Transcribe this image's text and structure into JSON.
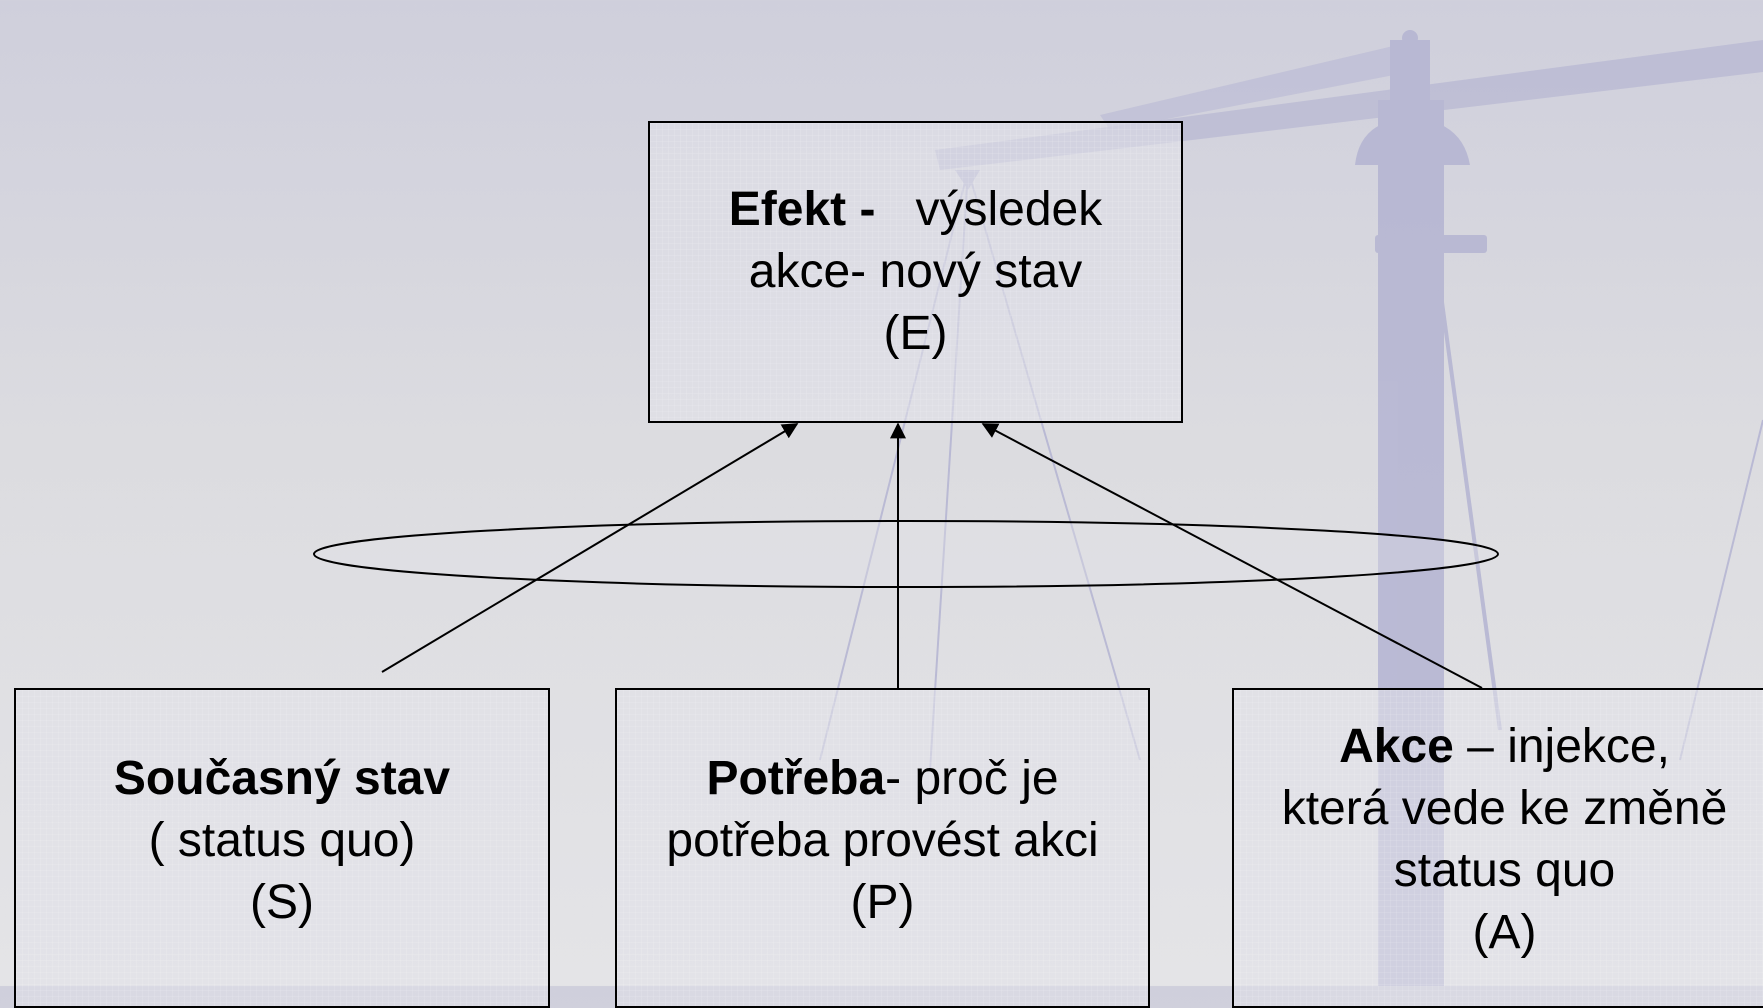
{
  "colors": {
    "background": "#d9d9df",
    "scale_decoration": "#b4b4d2",
    "box_border": "#000000",
    "arrow": "#000000"
  },
  "boxes": {
    "effect": {
      "title": "Efekt -",
      "line1_rest": "výsledek",
      "line2": "akce- nový stav",
      "line3": "(E)"
    },
    "status": {
      "title": "Současný stav",
      "line2": "( status quo)",
      "line3": "(S)"
    },
    "need": {
      "title": "Potřeba",
      "line1_rest": "- proč je",
      "line2": "potřeba provést akci",
      "line3": "(P)"
    },
    "action": {
      "title": "Akce",
      "line1_rest": "– injekce,",
      "line2": "která vede ke změně",
      "line3": "status quo",
      "line4": "(A)"
    }
  }
}
